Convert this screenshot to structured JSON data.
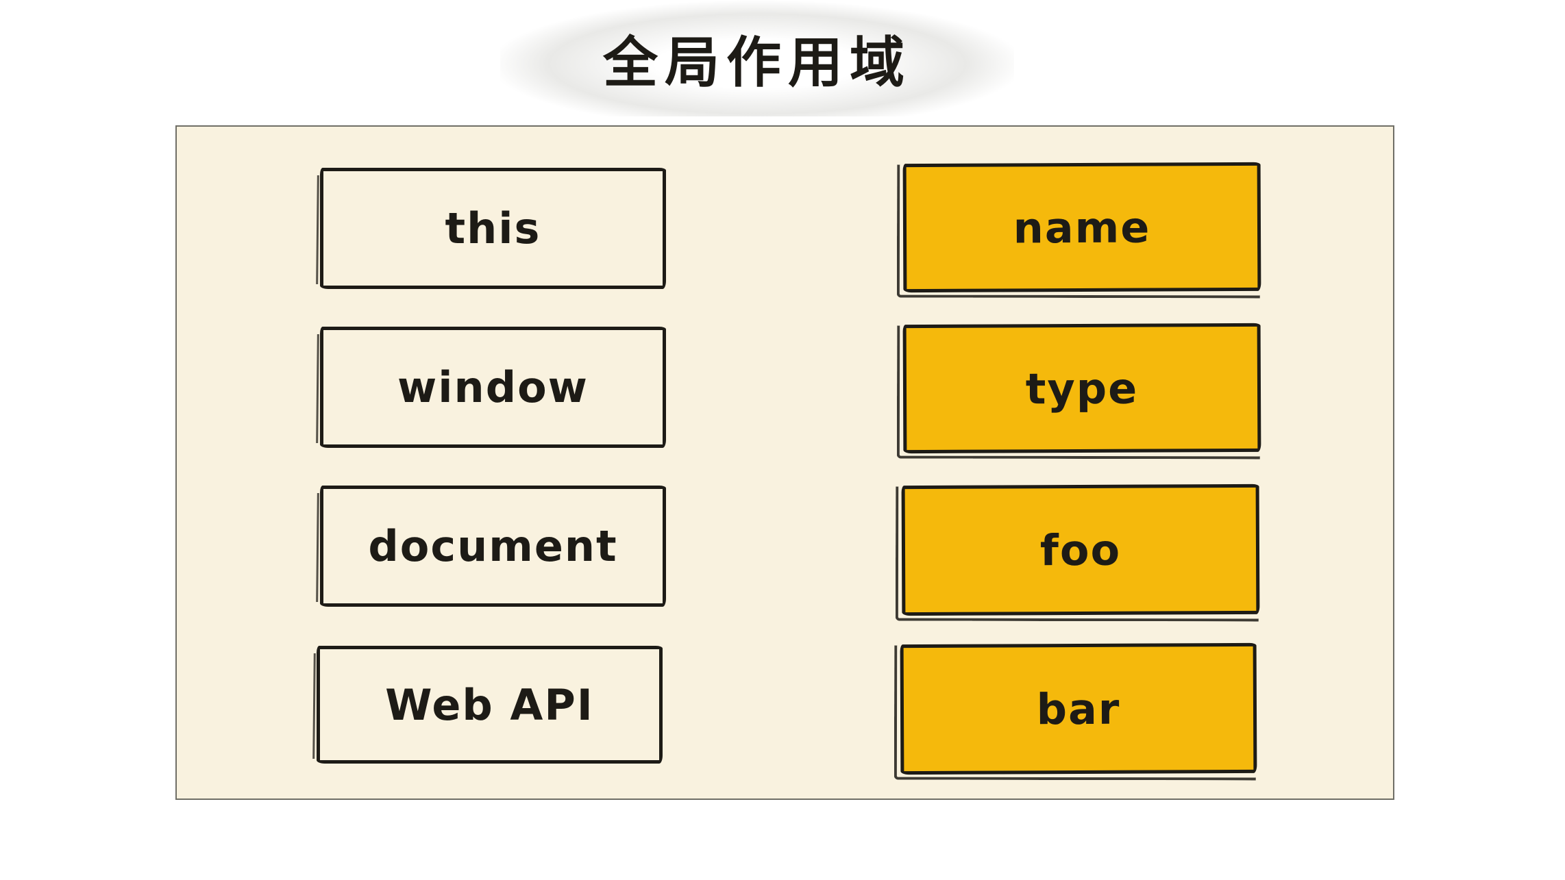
{
  "diagram": {
    "title": "全局作用域",
    "left_boxes": [
      "this",
      "window",
      "document",
      "Web API"
    ],
    "right_boxes": [
      "name",
      "type",
      "foo",
      "bar"
    ]
  },
  "colors": {
    "page_bg": "#ffffff",
    "container_bg": "#f9f2df",
    "container_border": "#6f6e66",
    "sketch_ink": "#1d1b16",
    "highlight_yellow": "#f5b90c"
  }
}
